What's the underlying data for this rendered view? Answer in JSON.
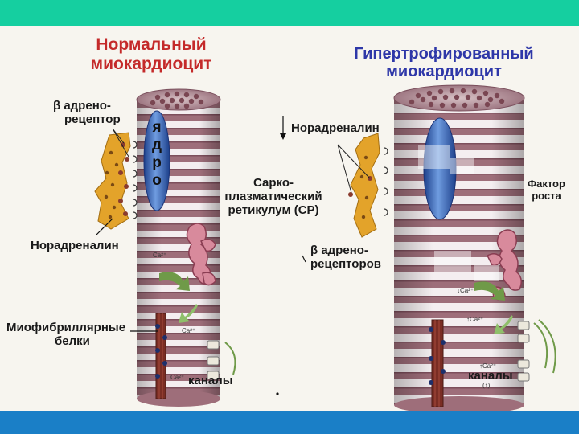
{
  "titles": {
    "normal": [
      "Нормальный",
      "миокардиоцит"
    ],
    "hypertrophied": [
      "Гипертрофированный",
      "миокардиоцит"
    ]
  },
  "labels": {
    "beta_receptor_left": [
      "β адрено-",
      "рецептор"
    ],
    "nucleus_letters": [
      "я",
      "д",
      "р",
      "о"
    ],
    "noradrenaline_left": "Норадреналин",
    "noradrenaline_right": "Норадреналин",
    "sr": [
      "Сарко-",
      "плазматический",
      "ретикулум (СР)"
    ],
    "beta_receptor_right": [
      "β адрено-",
      "рецепторов"
    ],
    "growth_factor": [
      "Фактор",
      "роста"
    ],
    "myofibrillar": [
      "Миофибриллярные",
      "белки"
    ],
    "channels_left": "каналы",
    "channels_right": "каналы",
    "ion_ca2": "Ca²⁺",
    "arrow_up_ca": "↑Ca²⁺",
    "arrow_down_ca": "↓Ca²⁺",
    "channels_note": "(↑)"
  },
  "colors": {
    "top_bar": "#15cfa0",
    "bottom_bar": "#1a7fc7",
    "title_normal": "#c42a2a",
    "title_hypertrophied": "#2e37a8",
    "stripe_light": "#f4eef0",
    "stripe_dark": "#9e6e7a",
    "nucleus": "#2f64b8",
    "receptor_cell": "#e3a32a",
    "sr_pink": "#d88a9c"
  }
}
